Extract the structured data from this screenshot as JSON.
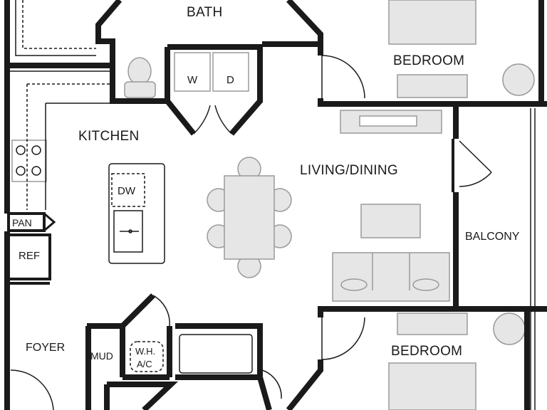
{
  "rooms": {
    "bath": "BATH",
    "bedroom_top": "BEDROOM",
    "kitchen": "KITCHEN",
    "living_dining": "LIVING/DINING",
    "balcony": "BALCONY",
    "foyer": "FOYER",
    "bedroom_bottom": "BEDROOM"
  },
  "fixtures": {
    "washer": "W",
    "dryer": "D",
    "dishwasher": "DW",
    "pantry": "PAN",
    "refrigerator": "REF",
    "mudroom": "MUD",
    "water_heater_line1": "W.H.",
    "water_heater_line2": "A/C"
  },
  "colors": {
    "wall": "#1a1a1a",
    "furniture_fill": "#e6e6e6",
    "furniture_stroke": "#9a9a9a",
    "background": "#ffffff"
  }
}
